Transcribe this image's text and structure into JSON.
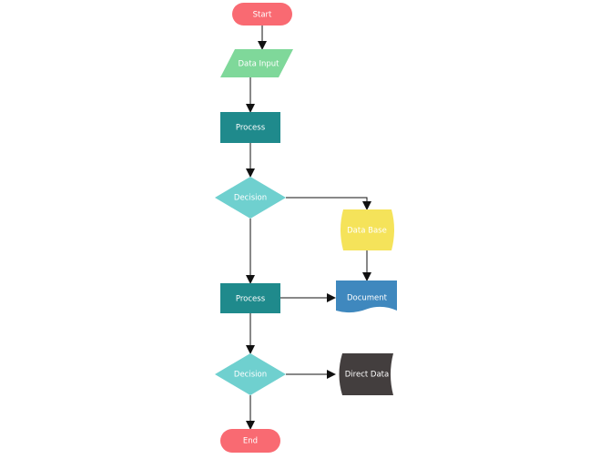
{
  "flowchart": {
    "start": {
      "label": "Start",
      "color": "#f96a72"
    },
    "data_input": {
      "label": "Data Input",
      "color": "#7fd89a"
    },
    "process1": {
      "label": "Process",
      "color": "#1f8a8c"
    },
    "decision1": {
      "label": "Decision",
      "color": "#6fd0cf"
    },
    "database": {
      "label": "Data Base",
      "color": "#f5e35a"
    },
    "process2": {
      "label": "Process",
      "color": "#1f8a8c"
    },
    "document": {
      "label": "Document",
      "color": "#3f88be"
    },
    "decision2": {
      "label": "Decision",
      "color": "#6fd0cf"
    },
    "direct_data": {
      "label": "Direct Data",
      "color": "#433e3e"
    },
    "end": {
      "label": "End",
      "color": "#f96a72"
    }
  }
}
